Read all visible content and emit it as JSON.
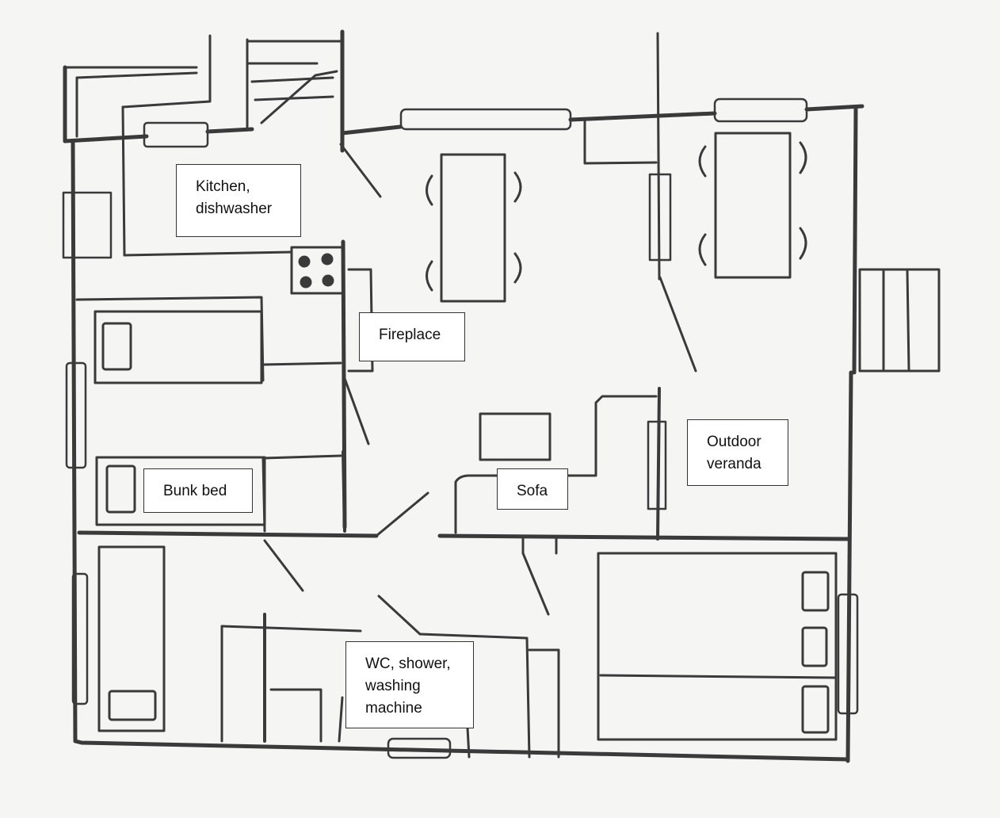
{
  "floor_plan": {
    "labels": {
      "kitchen": [
        "Kitchen,",
        "dishwasher"
      ],
      "fireplace": [
        "Fireplace"
      ],
      "bunk_bed": [
        "Bunk bed"
      ],
      "sofa": [
        "Sofa"
      ],
      "veranda": [
        "Outdoor",
        "veranda"
      ],
      "bathroom": [
        "WC, shower,",
        "washing",
        "machine"
      ]
    }
  },
  "colors": {
    "ink": "#3a3a3a",
    "paper": "#f5f5f4",
    "label_bg": "#ffffff"
  }
}
